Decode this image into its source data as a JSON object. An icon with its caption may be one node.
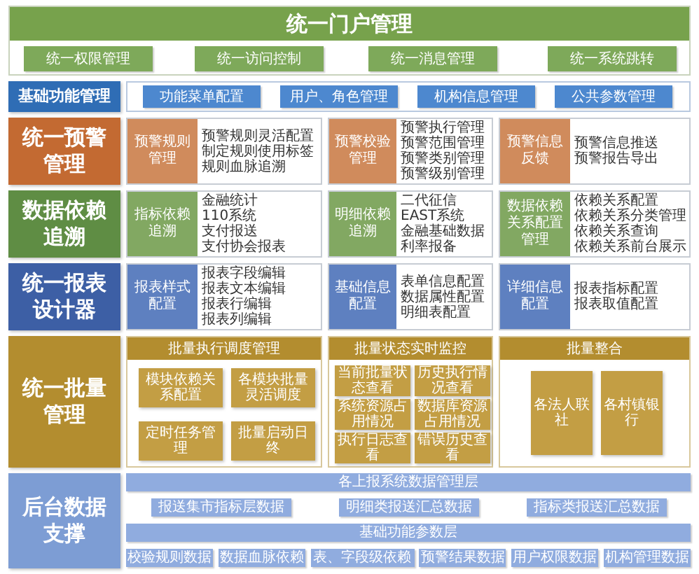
{
  "diagram": {
    "nodes": [
      {
        "text": [
          "统一门户管理"
        ]
      },
      {
        "text": [
          "统一权限管理"
        ],
        "in": 0
      },
      {
        "text": [
          "统一访问控制"
        ],
        "in": 0
      },
      {
        "text": [
          "统一消息管理"
        ],
        "in": 0
      },
      {
        "text": [
          "统一系统跳转"
        ],
        "in": 0
      },
      {
        "text": [
          "基础功能管理"
        ]
      },
      {
        "text": [
          "功能菜单配置"
        ]
      },
      {
        "text": [
          "用户、角色管理"
        ]
      },
      {
        "text": [
          "机构信息管理"
        ]
      },
      {
        "text": [
          "公共参数管理"
        ]
      },
      {
        "text": [
          "统一预警管理"
        ]
      },
      {
        "text": [
          "预警规则管理",
          "预警规则灵活配置",
          "制定规则使用标签",
          "规则血脉追溯"
        ]
      },
      {
        "text": [
          "预警校验管理",
          "预警执行管理",
          "预警范围管理",
          "预警类别管理",
          "预警级别管理"
        ]
      },
      {
        "text": [
          "预警信息反馈",
          "预警信息推送",
          "预警报告导出"
        ]
      },
      {
        "text": [
          "数据依赖追溯"
        ]
      },
      {
        "text": [
          "指标依赖追溯",
          "金融统计",
          "110系统",
          "支付报送",
          "支付协会报表"
        ]
      },
      {
        "text": [
          "明细依赖追溯",
          "二代征信",
          "EAST系统",
          "金融基础数据",
          "利率报备"
        ]
      },
      {
        "text": [
          "数据依赖关系配置管理",
          "依赖关系配置",
          "依赖关系分类管理",
          "依赖关系查询",
          "依赖关系前台展示"
        ]
      },
      {
        "text": [
          "统一报表设计器"
        ]
      },
      {
        "text": [
          "报表样式配置",
          "报表字段编辑",
          "报表文本编辑",
          "报表行编辑",
          "报表列编辑"
        ]
      },
      {
        "text": [
          "基础信息配置",
          "表单信息配置",
          "数据属性配置",
          "明细表配置"
        ]
      },
      {
        "text": [
          "详细信息配置",
          "报表指标配置",
          "报表取值配置"
        ]
      },
      {
        "text": [
          "统一批量管理"
        ]
      },
      {
        "text": [
          "批量执行调度管理"
        ]
      },
      {
        "text": [
          "模块依赖关系配置"
        ],
        "in": 23
      },
      {
        "text": [
          "各模块批量灵活调度"
        ],
        "in": 23
      },
      {
        "text": [
          "定时任务管理"
        ],
        "in": 23
      },
      {
        "text": [
          "批量启动日终"
        ],
        "in": 23
      },
      {
        "text": [
          "批量状态实时监控"
        ]
      },
      {
        "text": [
          "当前批量状态查看"
        ],
        "in": 28
      },
      {
        "text": [
          "历史执行情况查看"
        ],
        "in": 28
      },
      {
        "text": [
          "系统资源占用情况"
        ],
        "in": 28
      },
      {
        "text": [
          "数据库资源占用情况"
        ],
        "in": 28
      },
      {
        "text": [
          "执行日志查看"
        ],
        "in": 28
      },
      {
        "text": [
          "错误历史查看"
        ],
        "in": 28
      },
      {
        "text": [
          "批量整合"
        ]
      },
      {
        "text": [
          "各法人联社"
        ],
        "in": 35
      },
      {
        "text": [
          "各村镇银行"
        ],
        "in": 35
      },
      {
        "text": [
          "后台数据支撑"
        ]
      },
      {
        "text": [
          "各上报系统数据管理层"
        ]
      },
      {
        "text": [
          "报送集市指标层数据"
        ]
      },
      {
        "text": [
          "明细类报送汇总数据"
        ]
      },
      {
        "text": [
          "指标类报送汇总数据"
        ]
      },
      {
        "text": [
          "基础功能参数层"
        ]
      },
      {
        "text": [
          "校验规则数据"
        ]
      },
      {
        "text": [
          "数据血脉依赖"
        ]
      },
      {
        "text": [
          "表、字段级依赖"
        ]
      },
      {
        "text": [
          "预警结果数据"
        ]
      },
      {
        "text": [
          "用户权限数据"
        ]
      },
      {
        "text": [
          "机构管理数据"
        ]
      }
    ]
  }
}
